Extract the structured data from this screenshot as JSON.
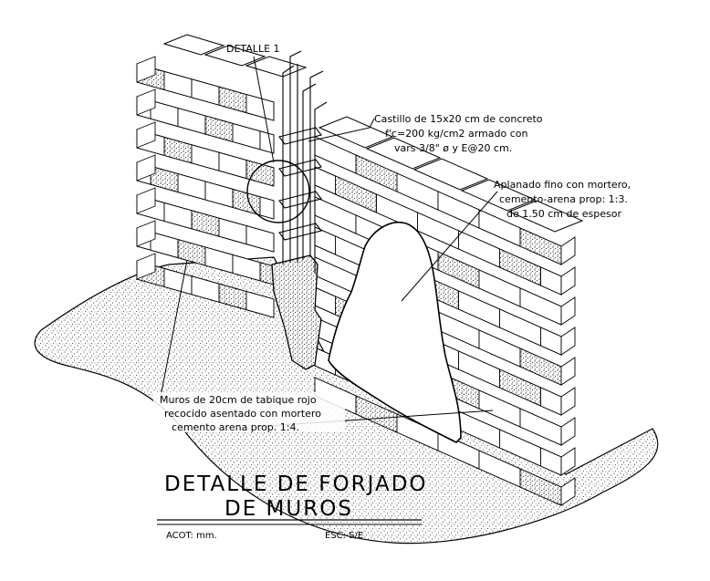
{
  "detail_marker": "DETALLE 1",
  "annotations": {
    "castillo": [
      "Castillo de 15x20 cm de concreto",
      "f'c=200 kg/cm2 armado con",
      "vars 3/8\" ø y E@20 cm."
    ],
    "aplanado": [
      "Aplanado fino con mortero,",
      "cemento-arena prop: 1:3.",
      "de 1.50 cm de espesor"
    ],
    "muros": [
      "Muros de 20cm de tabique rojo",
      "recocido asentado con mortero",
      "cemento arena prop. 1:4."
    ]
  },
  "title": {
    "line1": "DETALLE DE FORJADO",
    "line2": "DE MUROS"
  },
  "footer": {
    "acot": "ACOT: mm.",
    "esc": "ESC: S/E"
  }
}
